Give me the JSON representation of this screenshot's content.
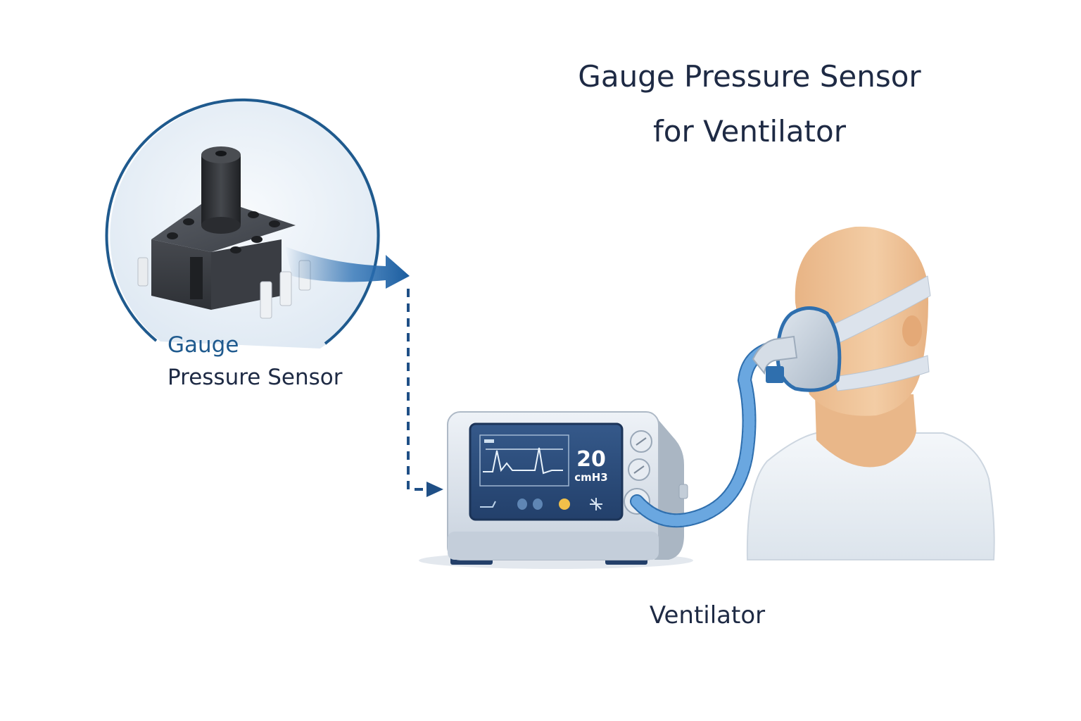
{
  "title": {
    "line1": "Gauge Pressure Sensor",
    "line2": "for Ventilator"
  },
  "sensor": {
    "label_line1": "Gauge",
    "label_line2": "Pressure Sensor"
  },
  "ventilator": {
    "label": "Ventilator",
    "screen": {
      "reading_value": "20",
      "reading_unit": "cmH3"
    }
  },
  "icons": [
    "gauge-pressure-sensor-icon",
    "ventilator-device-icon",
    "patient-with-mask-icon",
    "connector-arrow-icon"
  ],
  "colors": {
    "title_text": "#1e2a44",
    "accent_blue": "#1f5a8e",
    "arrow_blue": "#1a5c9e",
    "tube_blue": "#4a8fd0",
    "screen_dark": "#2a4a72",
    "skin": "#f0c59a"
  }
}
